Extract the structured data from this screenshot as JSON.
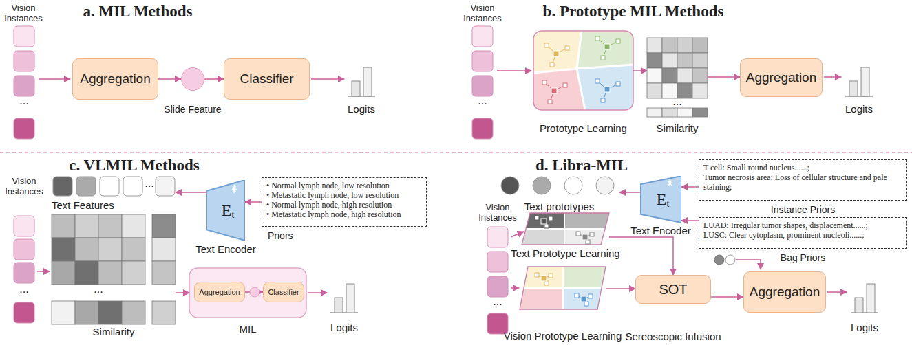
{
  "diagram": {
    "nodes": [
      {
        "text": [
          "Aggregation"
        ]
      },
      {
        "text": [
          "Slide Feature"
        ]
      },
      {
        "text": [
          "Classifier"
        ]
      },
      {
        "text": [
          "Prototype Learning"
        ]
      },
      {
        "text": [
          "Similarity"
        ]
      },
      {
        "text": [
          "Aggregation"
        ]
      },
      {
        "text": [
          "Text Features"
        ]
      },
      {
        "text": [
          "E",
          "t",
          "Text Encoder"
        ]
      },
      {
        "text": [
          "• Normal lymph node, low resolution",
          "• Metastatic lymph node, low resolution",
          "• Normal lymph node, high resolution",
          "• Metastatic lymph node, high resolution",
          "Priors"
        ]
      },
      {
        "text": [
          "Similarity"
        ]
      },
      {
        "text": [
          "MIL"
        ]
      },
      {
        "text": [
          "Aggregation"
        ],
        "in": 10
      },
      {
        "text": [
          "Classifier"
        ],
        "in": 10
      },
      {
        "text": [
          "Text prototypes"
        ]
      },
      {
        "text": [
          "E",
          "t",
          "Text Encoder"
        ]
      },
      {
        "text": [
          "T cell: Small round nucleus......;",
          "Tumor necrosis area: Loss of cellular structure and pale staining;",
          "Instance Priors"
        ]
      },
      {
        "text": [
          "LUAD: Irregular tumor shapes, displacement......;",
          "LUSC: Clear cytoplasm, prominent nucleoli......;",
          "Bag Priors"
        ]
      },
      {
        "text": [
          "Text Prototype Learning"
        ]
      },
      {
        "text": [
          "Vision Prototype Learning"
        ]
      },
      {
        "text": [
          "SOT",
          "Sereoscopic Infusion"
        ]
      },
      {
        "text": [
          "Aggregation"
        ]
      }
    ],
    "edges": [
      {
        "from": 0,
        "to": 1,
        "arrow": "to"
      },
      {
        "from": 1,
        "to": 2,
        "arrow": "to"
      },
      {
        "from": 3,
        "to": 4,
        "arrow": "to"
      },
      {
        "from": 4,
        "to": 5,
        "arrow": "to"
      },
      {
        "from": 8,
        "to": 7,
        "arrow": "to"
      },
      {
        "from": 7,
        "to": 6,
        "arrow": "to"
      },
      {
        "from": 9,
        "to": 10,
        "arrow": "to"
      },
      {
        "from": 11,
        "to": 12,
        "arrow": "to"
      },
      {
        "from": 15,
        "to": 14,
        "arrow": "to"
      },
      {
        "from": 16,
        "to": 14,
        "arrow": "to"
      },
      {
        "from": 14,
        "to": 13,
        "arrow": "to"
      },
      {
        "from": 17,
        "to": 19,
        "arrow": "to"
      },
      {
        "from": 18,
        "to": 19,
        "arrow": "to"
      },
      {
        "from": 19,
        "to": 20,
        "arrow": "to"
      }
    ],
    "labels": [
      "a. MIL Methods",
      "Vision Instances",
      "...",
      "Logits",
      "b. Prototype MIL Methods",
      "Vision Instances",
      "...",
      "...",
      "Logits",
      "c. VLMIL Methods",
      "Vision Instances",
      "...",
      "...",
      "...",
      "Logits",
      "d. Libra-MIL",
      "Vision Instances",
      "...",
      "Logits"
    ]
  }
}
